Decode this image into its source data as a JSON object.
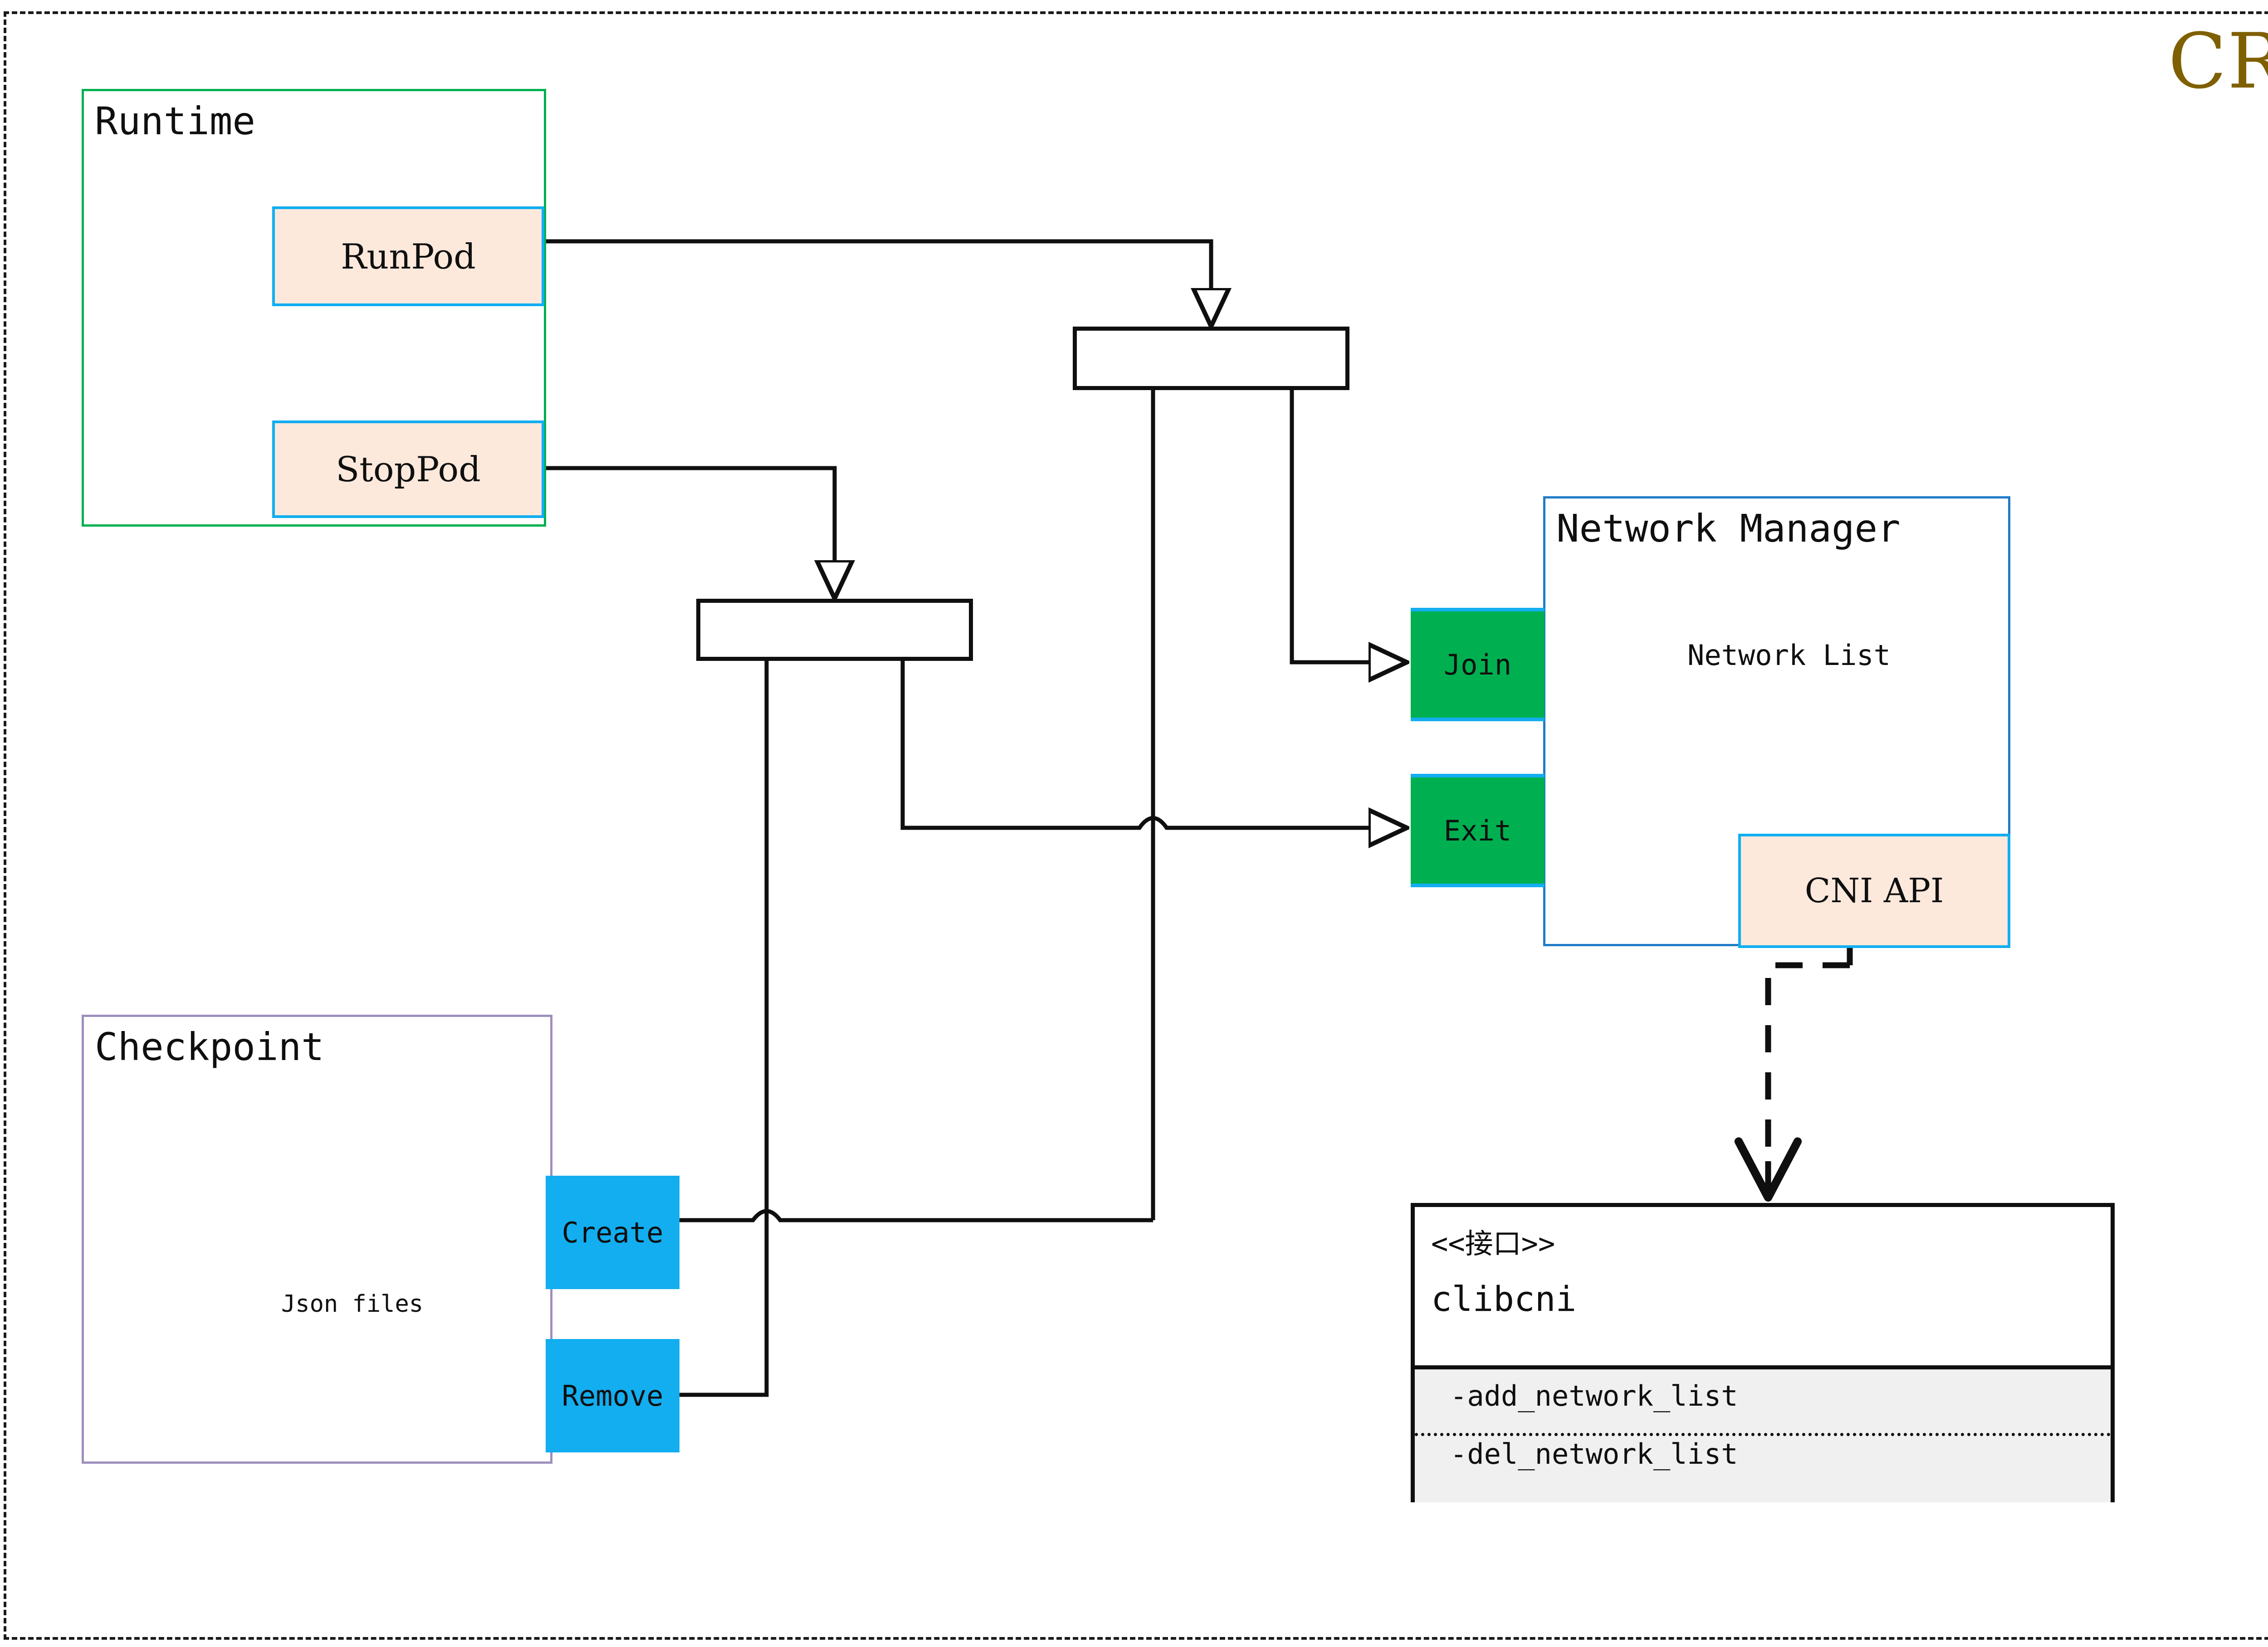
{
  "diagram": {
    "title": "CRI",
    "title_color": "#7f6000",
    "frame_style": "dashed"
  },
  "groups": {
    "runtime": {
      "label": "Runtime",
      "border_color": "#00B050"
    },
    "checkpoint": {
      "label": "Checkpoint",
      "border_color": "#9E8FBE"
    },
    "network_manager": {
      "label": "Network Manager",
      "border_color": "#1F7BC8"
    }
  },
  "runtime_ops": [
    {
      "label": "RunPod",
      "fill": "#FCE9DC",
      "border": "#12AEF0"
    },
    {
      "label": "StopPod",
      "fill": "#FCE9DC",
      "border": "#12AEF0"
    }
  ],
  "network_ops": [
    {
      "label": "Join",
      "fill": "#00B050"
    },
    {
      "label": "Exit",
      "fill": "#00B050"
    }
  ],
  "checkpoint_ops": [
    {
      "label": "Create",
      "fill": "#12AEF0"
    },
    {
      "label": "Remove",
      "fill": "#12AEF0"
    }
  ],
  "stores": [
    {
      "label": "Network List",
      "shape": "cylinder",
      "color": "#595959"
    },
    {
      "label": "Json files",
      "shape": "cylinder",
      "color": "#595959"
    }
  ],
  "cni_api": {
    "label": "CNI API",
    "fill": "#FCE9DC",
    "border": "#12AEF0"
  },
  "interface": {
    "stereotype": "<<接口>>",
    "name": "clibcni",
    "operations": [
      "-add_network_list",
      "-del_network_list"
    ],
    "ops_fill": "#F0F0F0"
  },
  "forks": [
    {
      "name": "run-pod-fork"
    },
    {
      "name": "stop-pod-fork"
    }
  ]
}
